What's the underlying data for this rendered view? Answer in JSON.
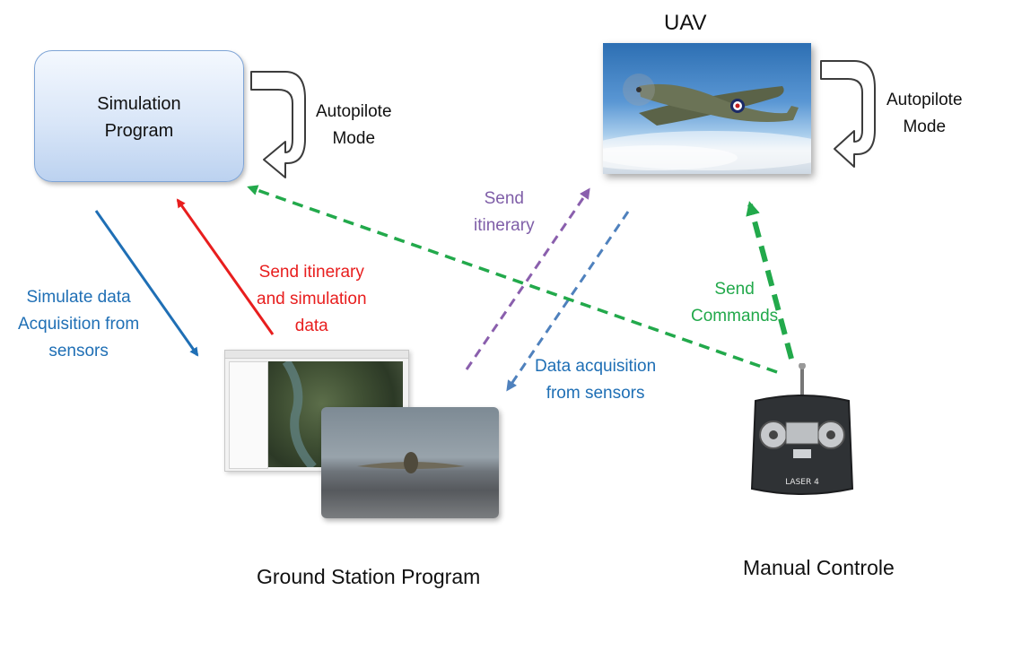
{
  "nodes": {
    "simulation": {
      "line1": "Simulation",
      "line2": "Program"
    },
    "uav": {
      "label": "UAV"
    },
    "ground_station": {
      "label": "Ground Station Program"
    },
    "manual_control": {
      "label": "Manual Controle",
      "device_brand": "LASER 4"
    }
  },
  "labels": {
    "autopilot_left": {
      "line1": "Autopilote",
      "line2": "Mode"
    },
    "autopilot_right": {
      "line1": "Autopilote",
      "line2": "Mode"
    },
    "simulate_data": {
      "line1": "Simulate data",
      "line2": "Acquisition from",
      "line3": "sensors"
    },
    "send_itinerary_sim": {
      "line1": "Send itinerary",
      "line2": "and simulation",
      "line3": "data"
    },
    "send_itinerary": {
      "line1": "Send",
      "line2": "itinerary"
    },
    "data_acquisition": {
      "line1": "Data acquisition",
      "line2": "from sensors"
    },
    "send_commands": {
      "line1": "Send",
      "line2": "Commands"
    }
  },
  "colors": {
    "blue": "#1f6fb5",
    "red": "#e81e1e",
    "purple": "#8a5fad",
    "steel_blue": "#4f81bd",
    "green": "#22a94b",
    "text_blue": "#1f6fb5",
    "text_red": "#e81e1e",
    "text_purple": "#7f5ea8",
    "text_green": "#22a94b"
  }
}
